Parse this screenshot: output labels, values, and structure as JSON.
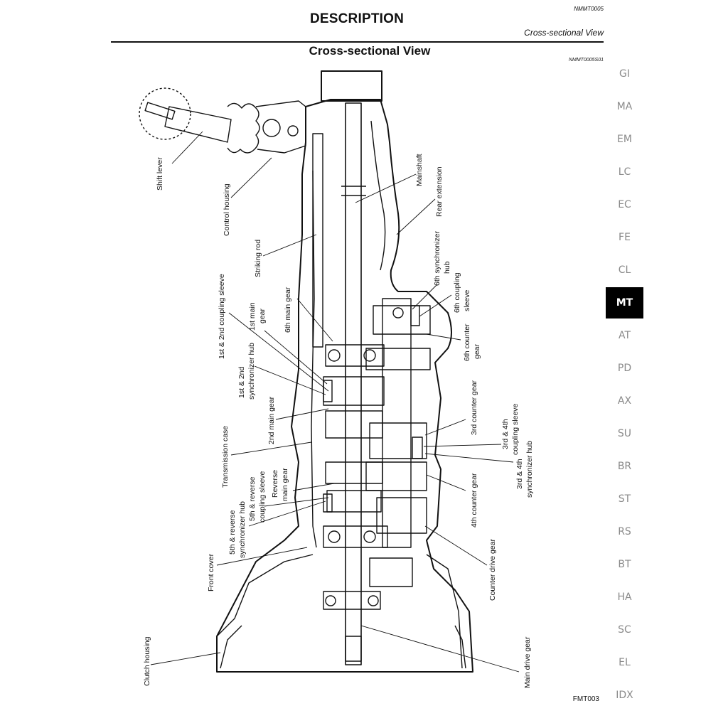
{
  "header": {
    "doc_code": "NMMT0005",
    "title": "DESCRIPTION",
    "section": "Cross-sectional View"
  },
  "subheader": {
    "title": "Cross-sectional View",
    "code": "NMMT0005S01"
  },
  "figure": {
    "code": "FMT003",
    "labels": {
      "shift_lever": "Shift lever",
      "control_housing": "Control housing",
      "striking_rod": "Striking rod",
      "coupling_sleeve_1_2": "1st & 2nd coupling sleeve",
      "main_gear_1st_a": "1st main",
      "main_gear_1st_b": "gear",
      "main_gear_6th": "6th main gear",
      "sync_hub_1_2_a": "1st & 2nd",
      "sync_hub_1_2_b": "synchronizer hub",
      "main_gear_2nd": "2nd main gear",
      "transmission_case": "Transmission case",
      "sync_hub_5_rev_a": "5th & reverse",
      "sync_hub_5_rev_b": "synchronizer hub",
      "coupling_sleeve_5_rev_a": "5th & reverse",
      "coupling_sleeve_5_rev_b": "coupling sleeve",
      "reverse_main_gear_a": "Reverse",
      "reverse_main_gear_b": "main gear",
      "front_cover": "Front cover",
      "clutch_housing": "Clutch housing",
      "mainshaft": "Mainshaft",
      "rear_extension": "Rear extension",
      "sync_hub_6th_a": "6th synchronizer",
      "sync_hub_6th_b": "hub",
      "coupling_sleeve_6th_a": "6th coupling",
      "coupling_sleeve_6th_b": "sleeve",
      "counter_gear_6th_a": "6th counter",
      "counter_gear_6th_b": "gear",
      "counter_gear_3rd": "3rd counter gear",
      "coupling_sleeve_3_4_a": "3rd & 4th",
      "coupling_sleeve_3_4_b": "coupling sleeve",
      "sync_hub_3_4_a": "3rd & 4th",
      "sync_hub_3_4_b": "synchronizer hub",
      "counter_gear_4th": "4th counter gear",
      "counter_drive_gear": "Counter drive gear",
      "main_drive_gear": "Main drive gear"
    }
  },
  "sidebar_tabs": [
    {
      "label": "GI",
      "active": false
    },
    {
      "label": "MA",
      "active": false
    },
    {
      "label": "EM",
      "active": false
    },
    {
      "label": "LC",
      "active": false
    },
    {
      "label": "EC",
      "active": false
    },
    {
      "label": "FE",
      "active": false
    },
    {
      "label": "CL",
      "active": false
    },
    {
      "label": "MT",
      "active": true
    },
    {
      "label": "AT",
      "active": false
    },
    {
      "label": "PD",
      "active": false
    },
    {
      "label": "AX",
      "active": false
    },
    {
      "label": "SU",
      "active": false
    },
    {
      "label": "BR",
      "active": false
    },
    {
      "label": "ST",
      "active": false
    },
    {
      "label": "RS",
      "active": false
    },
    {
      "label": "BT",
      "active": false
    },
    {
      "label": "HA",
      "active": false
    },
    {
      "label": "SC",
      "active": false
    },
    {
      "label": "EL",
      "active": false
    },
    {
      "label": "IDX",
      "active": false
    }
  ]
}
